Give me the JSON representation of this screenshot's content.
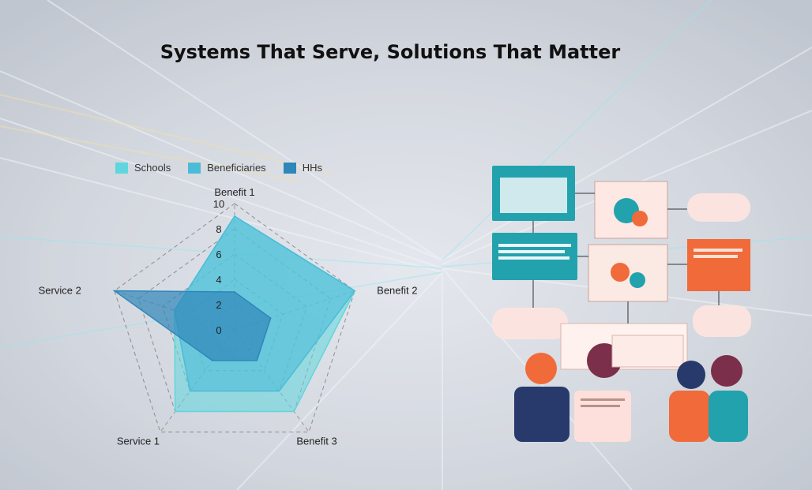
{
  "title": "Systems That Serve, Solutions That Matter",
  "colors": {
    "schools": "#5fd6dd",
    "beneficiaries": "#4bbcd8",
    "hhs": "#2f86b9",
    "accent_orange": "#f06a3a",
    "accent_teal": "#22a2ad"
  },
  "chart_data": {
    "type": "radar",
    "title": "Systems That Serve, Solutions That Matter",
    "axes": [
      "Benefit 1",
      "Benefit 2",
      "Benefit 3",
      "Service 1",
      "Service 2"
    ],
    "rlim": [
      0,
      10
    ],
    "rticks": [
      0,
      2,
      4,
      6,
      8,
      10
    ],
    "grid": true,
    "legend_position": "top-left",
    "series": [
      {
        "name": "Schools",
        "values": [
          9,
          10,
          8,
          8,
          5
        ]
      },
      {
        "name": "Beneficiaries",
        "values": [
          9,
          10,
          6,
          6,
          5
        ]
      },
      {
        "name": "HHs",
        "values": [
          3,
          3,
          3,
          3,
          10
        ]
      }
    ]
  }
}
